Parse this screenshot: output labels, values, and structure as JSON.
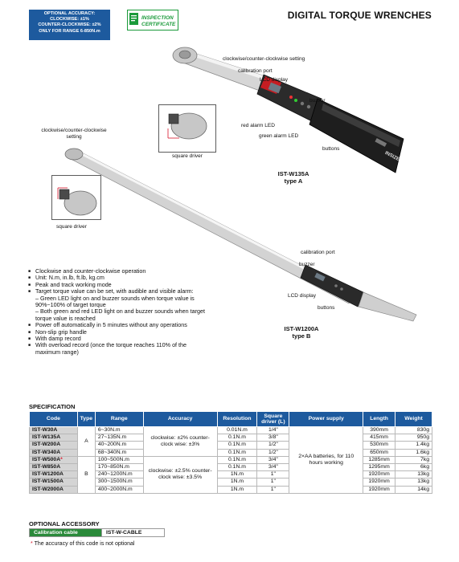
{
  "accuracy_box": {
    "lines": [
      "OPTIONAL ACCURACY:",
      "CLOCKWISE: ±1%",
      "COUNTER-CLOCKWISE: ±2%",
      "ONLY FOR RANGE 6-850N.m"
    ]
  },
  "certificate": {
    "line1": "INSPECTION",
    "line2": "CERTIFICATE"
  },
  "page_title": "DIGITAL TORQUE WRENCHES",
  "type_a": {
    "labels": {
      "ccw_setting": "clockwise/counter-clockwise setting",
      "calibration_port": "calibration port",
      "lcd_display": "LCD display",
      "buzzer": "buzzer",
      "red_led": "red alarm LED",
      "green_led": "green alarm LED",
      "buttons": "buttons",
      "square_driver": "square driver",
      "brand": "INSIZE"
    },
    "caption_model": "IST-W135A",
    "caption_type": "type A"
  },
  "type_b": {
    "labels": {
      "ccw_setting": "clockwise/counter-clockwise setting",
      "square_driver": "square driver",
      "calibration_port": "calibration port",
      "buzzer": "buzzer",
      "lcd_display": "LCD display",
      "buttons": "buttons"
    },
    "caption_model": "IST-W1200A",
    "caption_type": "type B"
  },
  "features": [
    {
      "kind": "b",
      "text": "Clockwise and counter-clockwise operation"
    },
    {
      "kind": "b",
      "text": "Unit: N.m, in.lb, ft.lb, kg.cm"
    },
    {
      "kind": "b",
      "text": "Peak and track working mode"
    },
    {
      "kind": "b",
      "text": "Target torque value can be set, with audible and visible alarm:"
    },
    {
      "kind": "d",
      "text": "– Green LED light on and buzzer sounds when torque value is  90%~100% of target torque"
    },
    {
      "kind": "d",
      "text": "– Both green and red LED light on and buzzer sounds when target torque value is reached"
    },
    {
      "kind": "b",
      "text": "Power off automatically in 5 minutes without any operations"
    },
    {
      "kind": "b",
      "text": "Non-slip grip handle"
    },
    {
      "kind": "b",
      "text": "With damp record"
    },
    {
      "kind": "b",
      "text": "With overload record (once the torque reaches 110% of the maximum range)"
    }
  ],
  "spec_title": "SPECIFICATION",
  "spec_headers": {
    "code": "Code",
    "type": "Type",
    "range": "Range",
    "accuracy": "Accuracy",
    "resolution": "Resolution",
    "square_driver": "Square driver (L)",
    "power": "Power supply",
    "length": "Length",
    "weight": "Weight"
  },
  "type_a_letter": "A",
  "type_b_letter": "B",
  "accuracy_a": "clockwise: ±2% counter-clock wise: ±3%",
  "accuracy_b": "clockwise: ±2.5% counter-clock wise: ±3.5%",
  "power_supply": "2×AA batteries, for 110 hours working",
  "spec_rows": [
    {
      "code": "IST-W30A",
      "star": "",
      "range": "6~30N.m",
      "res": "0.01N.m",
      "sq": "1/4\"",
      "len": "390mm",
      "wt": "830g"
    },
    {
      "code": "IST-W135A",
      "star": "",
      "range": "27~135N.m",
      "res": "0.1N.m",
      "sq": "3/8\"",
      "len": "415mm",
      "wt": "950g"
    },
    {
      "code": "IST-W200A",
      "star": "",
      "range": "40~200N.m",
      "res": "0.1N.m",
      "sq": "1/2\"",
      "len": "530mm",
      "wt": "1.4kg"
    },
    {
      "code": "IST-W340A",
      "star": "",
      "range": "68~340N.m",
      "res": "0.1N.m",
      "sq": "1/2\"",
      "len": "650mm",
      "wt": "1.6kg"
    },
    {
      "code": "IST-W500A",
      "star": "*",
      "range": "100~500N.m",
      "res": "0.1N.m",
      "sq": "3/4\"",
      "len": "1285mm",
      "wt": "7kg"
    },
    {
      "code": "IST-W850A",
      "star": "",
      "range": "170~850N.m",
      "res": "0.1N.m",
      "sq": "3/4\"",
      "len": "1295mm",
      "wt": "6kg"
    },
    {
      "code": "IST-W1200A",
      "star": "",
      "range": "240~1200N.m",
      "res": "1N.m",
      "sq": "1\"",
      "len": "1920mm",
      "wt": "13kg"
    },
    {
      "code": "IST-W1500A",
      "star": "",
      "range": "300~1500N.m",
      "res": "1N.m",
      "sq": "1\"",
      "len": "1920mm",
      "wt": "13kg"
    },
    {
      "code": "IST-W2000A",
      "star": "",
      "range": "400~2000N.m",
      "res": "1N.m",
      "sq": "1\"",
      "len": "1920mm",
      "wt": "14kg"
    }
  ],
  "optional_title": "OPTIONAL ACCESSORY",
  "optional_key": "Calibration cable",
  "optional_val": "IST-W-CABLE",
  "note_star": "*",
  "note_text": "The accuracy of  this code is not optional",
  "colors": {
    "blue": "#1d5a9e",
    "green": "#2a8a3a",
    "red": "#d8142a"
  }
}
